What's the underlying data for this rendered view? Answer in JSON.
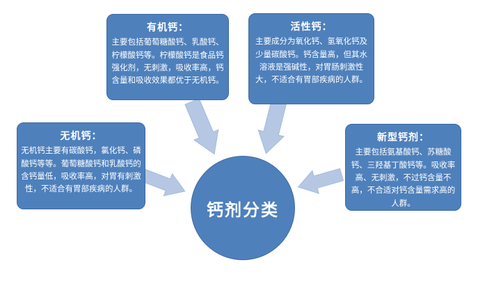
{
  "diagram": {
    "center": {
      "label": "钙剂分类"
    },
    "nodes": [
      {
        "id": "organic-calcium",
        "title": "有机钙：",
        "body": "主要包括葡萄糖酸钙、乳酸钙、柠檬酸钙等。柠檬酸钙是食品钙强化剂，无刺激，吸收率高，钙含量和吸收效果都优于无机钙。"
      },
      {
        "id": "active-calcium",
        "title": "活性钙：",
        "body": "主要成分为氧化钙、氢氧化钙及少量碳酸钙。钙含量高，但其水溶液是强碱性，对胃肠刺激性大，不适合有胃部疾病的人群。"
      },
      {
        "id": "inorganic-calcium",
        "title": "无机钙：",
        "body": "无机钙主要有碳酸钙，氯化钙、磷酸钙等等。葡萄糖酸钙和乳酸钙的含钙量低，吸收率高，对胃有刺激性，不适合有胃部疾病的人群。"
      },
      {
        "id": "new-type-calcium",
        "title": "新型钙剂：",
        "body": "主要包括氨基酸钙、苏糖酸钙、三羟基丁酸钙等。吸收率高、无刺激，不过钙含量不高，不合适对钙含量需求高的人群。"
      }
    ],
    "colors": {
      "node_fill": "#4E80BC",
      "node_border": "#3D6AA3",
      "arrow_fill": "#B5C7E3",
      "text": "#FFFFFF",
      "background": "#FFFFFF"
    }
  }
}
